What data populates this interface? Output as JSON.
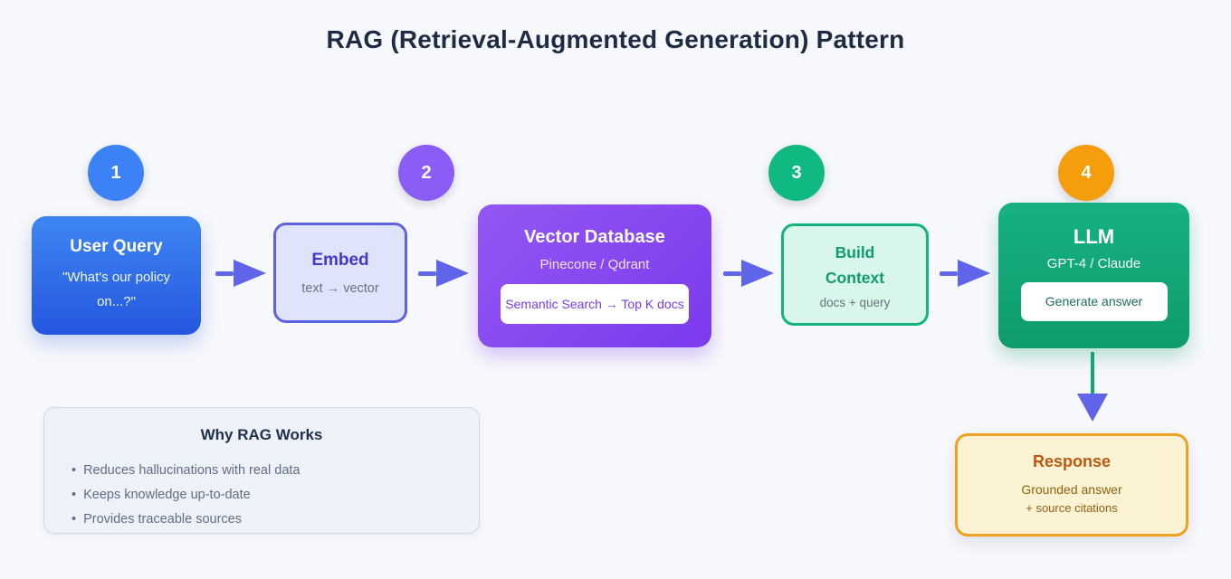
{
  "title": "RAG (Retrieval-Augmented Generation) Pattern",
  "steps": {
    "one": "1",
    "two": "2",
    "three": "3",
    "four": "4"
  },
  "nodes": {
    "user_query": {
      "title": "User Query",
      "subtitle": "\"What's our policy on...?\""
    },
    "embed": {
      "title": "Embed",
      "subtitle": "text → vector"
    },
    "vector_db": {
      "title": "Vector Database",
      "subtitle": "Pinecone / Qdrant",
      "badge": "Semantic Search → Top K docs"
    },
    "build_context": {
      "title": "Build Context",
      "subtitle": "docs + query"
    },
    "llm": {
      "title": "LLM",
      "subtitle": "GPT-4 / Claude",
      "badge": "Generate answer"
    },
    "response": {
      "title": "Response",
      "line1": "Grounded answer",
      "line2": "+ source citations"
    }
  },
  "why": {
    "title": "Why RAG Works",
    "bullet_char": "•",
    "bullets": [
      "Reduces hallucinations with real data",
      "Keeps knowledge up-to-date",
      "Provides traceable sources"
    ]
  },
  "palette": {
    "background": "#f7f8fb",
    "title_text": "#1d2b45",
    "arrow": "#5f64e8",
    "down_arrow_stem": "#16a378",
    "step1": "#3b82f6",
    "step2": "#8b5cf6",
    "step3": "#10b981",
    "step4": "#f59e0b",
    "user_query_gradient": [
      "#3e86f3",
      "#2457e0"
    ],
    "embed_fill": "#e0e4fb",
    "embed_border": "#5d64e4",
    "vector_db_gradient": [
      "#9357f4",
      "#7c3aed"
    ],
    "build_context_fill": "#d9f6ea",
    "build_context_border": "#12b37d",
    "llm_gradient": [
      "#16b183",
      "#0f9c6c"
    ],
    "response_fill": "#fcf3d4",
    "response_border": "#f0a020",
    "why_fill": "#eef1f7"
  }
}
